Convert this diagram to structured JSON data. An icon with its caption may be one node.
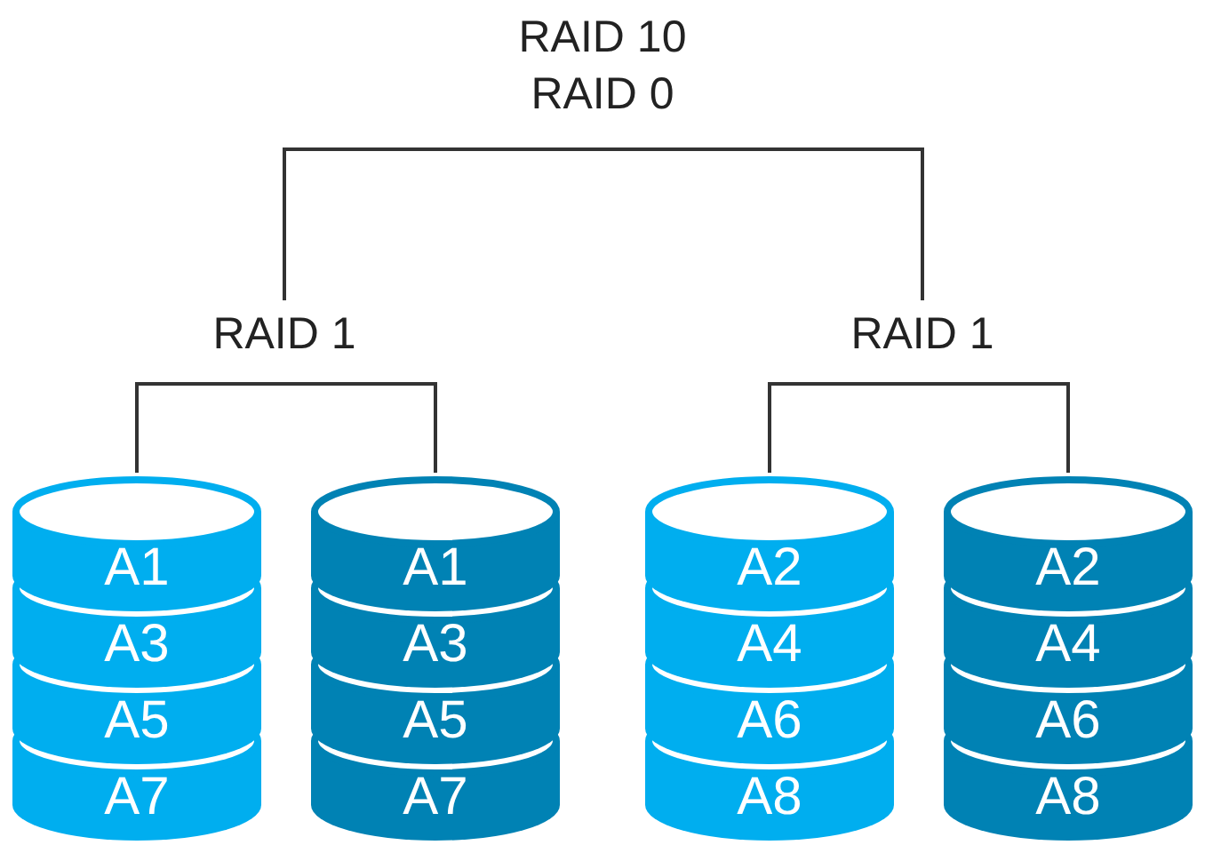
{
  "diagram": {
    "title": "RAID 10",
    "nodes": [
      {
        "text": [
          "RAID 0"
        ]
      },
      {
        "text": [
          "RAID 1"
        ]
      },
      {
        "text": [
          "RAID 1"
        ]
      },
      {
        "text": [
          "A1",
          "A3",
          "A5",
          "A7"
        ]
      },
      {
        "text": [
          "A1",
          "A3",
          "A5",
          "A7"
        ]
      },
      {
        "text": [
          "A2",
          "A4",
          "A6",
          "A8"
        ]
      },
      {
        "text": [
          "A2",
          "A4",
          "A6",
          "A8"
        ]
      }
    ],
    "edges": [
      {
        "from": 0,
        "to": 1,
        "arrow": "none"
      },
      {
        "from": 0,
        "to": 2,
        "arrow": "none"
      },
      {
        "from": 1,
        "to": 3,
        "arrow": "none"
      },
      {
        "from": 1,
        "to": 4,
        "arrow": "none"
      },
      {
        "from": 2,
        "to": 5,
        "arrow": "none"
      },
      {
        "from": 2,
        "to": 6,
        "arrow": "none"
      }
    ]
  }
}
